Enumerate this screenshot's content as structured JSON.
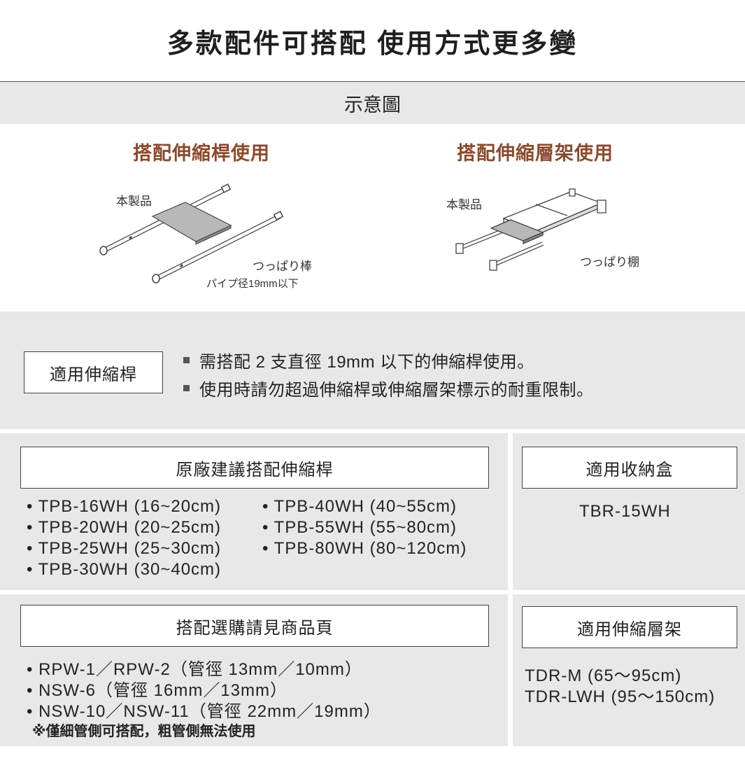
{
  "title": "多款配件可搭配 使用方式更多變",
  "diagram_header": "示意圖",
  "diagram": {
    "left": {
      "heading": "搭配伸縮桿使用",
      "product_label": "本製品",
      "rod_label": "つっぱり棒",
      "pipe_label": "パイプ径19mm以下"
    },
    "right": {
      "heading": "搭配伸縮層架使用",
      "product_label": "本製品",
      "shelf_label": "つっぱり棚"
    }
  },
  "notes": {
    "box_label": "適用伸縮桿",
    "lines": [
      "需搭配 2 支直徑 19mm 以下的伸縮桿使用。",
      "使用時請勿超過伸縮桿或伸縮層架標示的耐重限制。"
    ]
  },
  "recommended": {
    "title": "原廠建議搭配伸縮桿",
    "col1": [
      "• TPB-16WH (16~20cm)",
      "• TPB-20WH (20~25cm)",
      "• TPB-25WH (25~30cm)",
      "• TPB-30WH (30~40cm)"
    ],
    "col2": [
      "• TPB-40WH (40~55cm)",
      "• TPB-55WH (55~80cm)",
      "• TPB-80WH (80~120cm)"
    ]
  },
  "storage_box": {
    "title": "適用收納盒",
    "items": [
      "TBR-15WH"
    ]
  },
  "purchase": {
    "title": "搭配選購請見商品頁",
    "items": [
      "• RPW-1／RPW-2（管徑 13mm／10mm）",
      "• NSW-6（管徑 16mm／13mm）",
      "• NSW-10／NSW-11（管徑 22mm／19mm）"
    ],
    "note": "※僅細管側可搭配，粗管側無法使用"
  },
  "shelf": {
    "title": "適用伸縮層架",
    "items": [
      "TDR-M (65～95cm)",
      "TDR-LWH (95～150cm)"
    ]
  },
  "colors": {
    "heading_brown": "#8a4a2c",
    "band_gray": "#e8e8e8",
    "border": "#444444"
  }
}
